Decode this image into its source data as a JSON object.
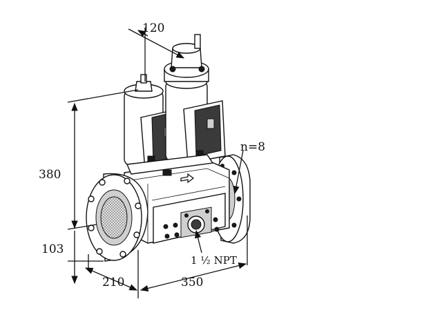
{
  "dimensions": {
    "top_width": "120",
    "height_total": "380",
    "height_base": "103",
    "depth": "210",
    "length": "350"
  },
  "callouts": {
    "flange_bolts": "n=8",
    "pipe_thread": "1 ½ NPT"
  }
}
